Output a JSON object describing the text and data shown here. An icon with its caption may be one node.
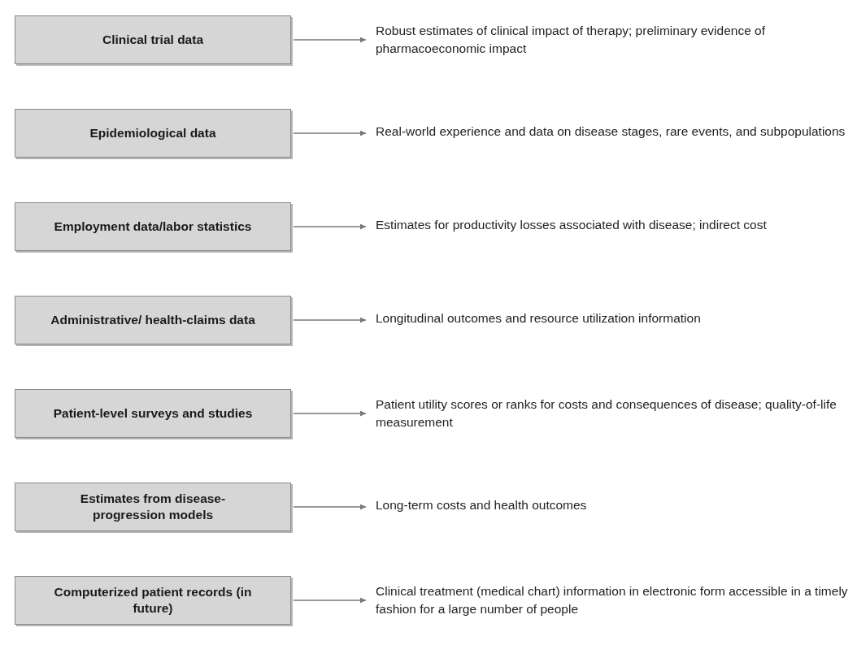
{
  "diagram": {
    "nodes": [
      {
        "text": [
          "Clinical trial data"
        ]
      },
      {
        "text": [
          "Robust estimates of clinical impact of therapy; preliminary evidence of pharmacoeconomic impact"
        ]
      },
      {
        "text": [
          "Epidemiological data"
        ]
      },
      {
        "text": [
          "Real-world experience and data on disease stages, rare events, and subpopulations"
        ]
      },
      {
        "text": [
          "Employment data/labor statistics"
        ]
      },
      {
        "text": [
          "Estimates for productivity losses associated with disease; indirect cost"
        ]
      },
      {
        "text": [
          "Administrative/ health-claims data"
        ]
      },
      {
        "text": [
          "Longitudinal outcomes and resource utilization information"
        ]
      },
      {
        "text": [
          "Patient-level surveys and studies"
        ]
      },
      {
        "text": [
          "Patient utility scores or ranks for costs and consequences of disease; quality-of-life measurement"
        ]
      },
      {
        "text": [
          "Estimates from disease-progression models"
        ]
      },
      {
        "text": [
          "Long-term costs and health outcomes"
        ]
      },
      {
        "text": [
          "Computerized patient records (in future)"
        ]
      },
      {
        "text": [
          "Clinical treatment (medical chart) information in electronic form accessible in a timely fashion for a large number of people"
        ]
      }
    ],
    "edges": [
      {
        "from": 0,
        "to": 1,
        "arrow": "to"
      },
      {
        "from": 2,
        "to": 3,
        "arrow": "to"
      },
      {
        "from": 4,
        "to": 5,
        "arrow": "to"
      },
      {
        "from": 6,
        "to": 7,
        "arrow": "to"
      },
      {
        "from": 8,
        "to": 9,
        "arrow": "to"
      },
      {
        "from": 10,
        "to": 11,
        "arrow": "to"
      },
      {
        "from": 12,
        "to": 13,
        "arrow": "to"
      }
    ]
  }
}
